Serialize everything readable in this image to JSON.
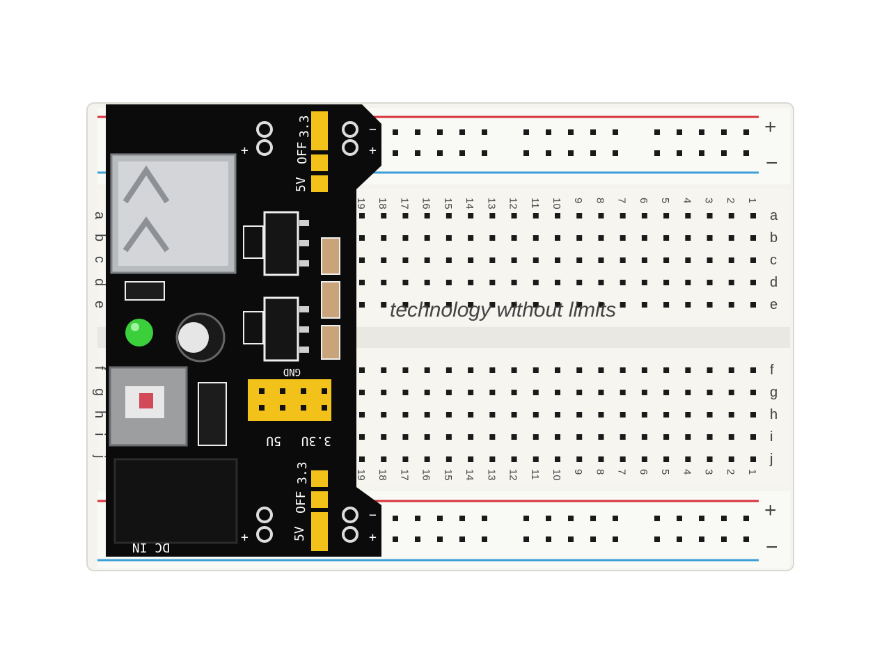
{
  "breadboard": {
    "rail_plus": "+",
    "rail_minus": "−",
    "columns": [
      "19",
      "18",
      "17",
      "16",
      "15",
      "14",
      "13",
      "12",
      "11",
      "10",
      "9",
      "8",
      "7",
      "6",
      "5",
      "4",
      "3",
      "2",
      "1"
    ],
    "rows_top": [
      "a",
      "b",
      "c",
      "d",
      "e"
    ],
    "rows_bottom": [
      "f",
      "g",
      "h",
      "i",
      "j"
    ],
    "colors": {
      "red_rail": "#d6333a",
      "blue_rail": "#3aa0d8",
      "board": "#f4f3ee",
      "hole": "#1a1a1a"
    }
  },
  "power_module": {
    "top_jumper_labels": {
      "v33": "3.3",
      "off": "OFF",
      "v5": "5V"
    },
    "bottom_jumper_labels": {
      "v33": "3.3",
      "off": "OFF",
      "v5": "5V"
    },
    "header_labels": {
      "gnd": "GND",
      "v5": "5U",
      "v33": "3.3U"
    },
    "rail_sign_plus": "+",
    "rail_sign_minus": "−",
    "dc_in": "DC IN",
    "colors": {
      "pcb": "#0b0b0b",
      "jumper": "#f2c21a",
      "led": "#3ccf3c"
    }
  },
  "watermark": "technology without limits"
}
